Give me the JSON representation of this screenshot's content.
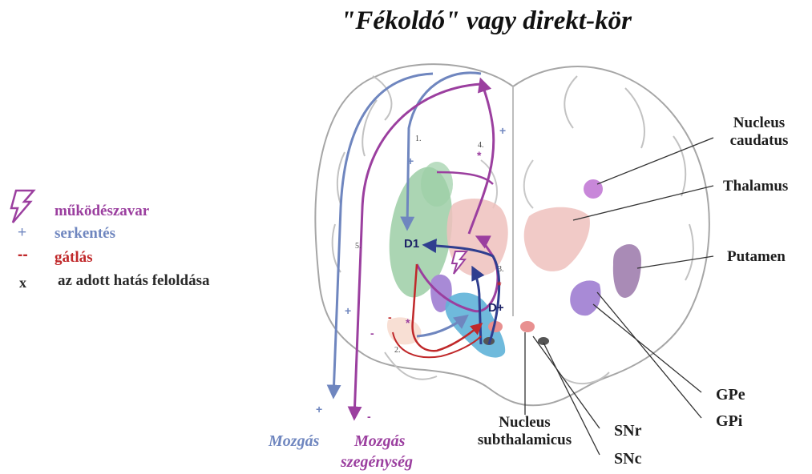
{
  "title": "\"Fékoldó\" vagy direkt-kör",
  "legend": {
    "malfunction": {
      "symbol": "lightning-icon",
      "label": "működészavar",
      "color": "#9b3f9f"
    },
    "excitation": {
      "symbol": "+",
      "label": "serkentés",
      "color": "#6f86bf"
    },
    "inhibition": {
      "symbol": "--",
      "label": "gátlás",
      "color": "#c0282a"
    },
    "release": {
      "symbol": "x",
      "label": "az adott hatás feloldása",
      "color": "#2a2a2a"
    }
  },
  "structures": {
    "nucleus_caudatus": "Nucleus caudatus",
    "thalamus": "Thalamus",
    "putamen": "Putamen",
    "gpe": "GPe",
    "gpi": "GPi",
    "snr": "SNr",
    "snc": "SNc",
    "nucleus_subthalamicus": "Nucleus subthalamicus"
  },
  "receptors": {
    "d1": "D1",
    "d_plus": "D+"
  },
  "pathway_numbers": [
    "1.",
    "2.",
    "3.",
    "4.",
    "5."
  ],
  "outputs": {
    "movement": {
      "label": "Mozgás",
      "sign": "+"
    },
    "poverty": {
      "label_line1": "Mozgás",
      "label_line2": "szegénység",
      "sign": "-"
    }
  },
  "signs": {
    "plus": "+",
    "minus": "-",
    "cross": "*"
  },
  "colors": {
    "excitation_blue": "#6f86bf",
    "purple_path": "#9b3f9f",
    "inhibition_red": "#c0282a",
    "dark_blue": "#2f3e8f",
    "green_region": "#8fc79a",
    "pink_region": "#efc1bd",
    "cyan_region": "#5fb2d8",
    "violet_region": "#a88ad6"
  }
}
